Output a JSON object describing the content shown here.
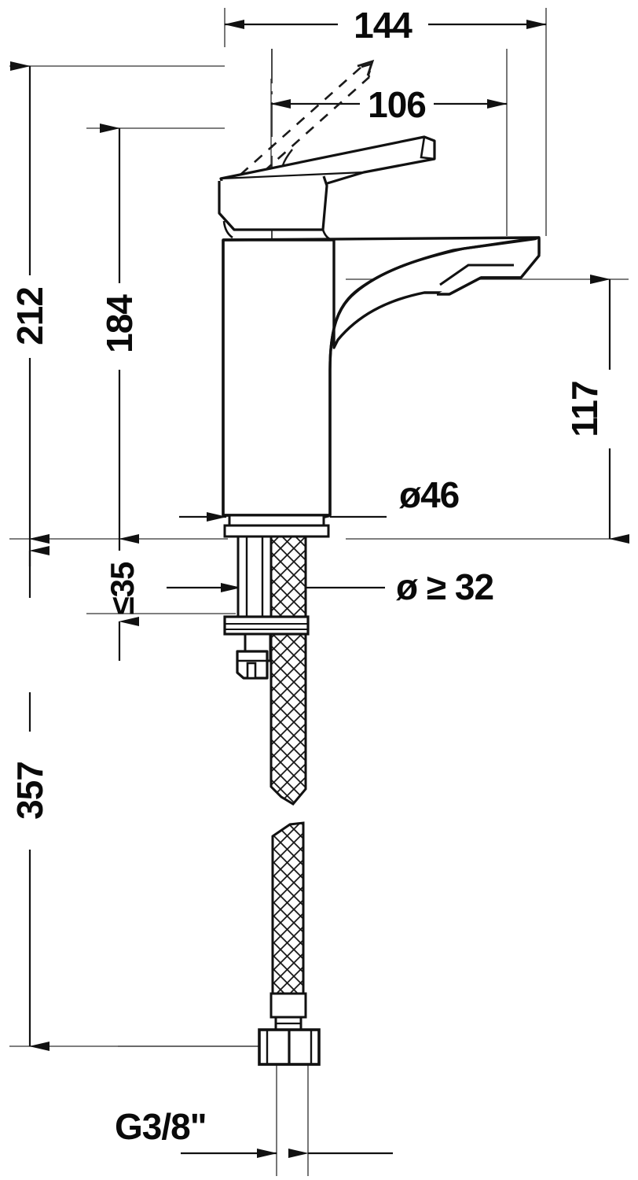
{
  "drawing": {
    "type": "technical-dimension-drawing",
    "subject": "single-lever basin mixer faucet",
    "units": "mm",
    "line_color": "#1a1a1a",
    "thin_line_color": "#555555",
    "background": "#ffffff"
  },
  "dimensions": {
    "width_overall": "144",
    "width_lever_open": "106",
    "height_overall": "212",
    "height_spout_top": "184",
    "height_spout_outlet": "117",
    "counter_thickness": "≤35",
    "body_diameter": "ø46",
    "hole_diameter": "ø ≥ 32",
    "hose_thread": "G3/8\"",
    "total_with_hose": "357"
  },
  "labels": [
    {
      "id": "dim-144",
      "text": "144",
      "orientation": "horizontal"
    },
    {
      "id": "dim-106",
      "text": "106",
      "orientation": "horizontal"
    },
    {
      "id": "dim-212",
      "text": "212",
      "orientation": "vertical"
    },
    {
      "id": "dim-184",
      "text": "184",
      "orientation": "vertical"
    },
    {
      "id": "dim-35",
      "text": "≤35",
      "orientation": "vertical"
    },
    {
      "id": "dim-357",
      "text": "357",
      "orientation": "vertical"
    },
    {
      "id": "dim-117",
      "text": "117",
      "orientation": "vertical"
    },
    {
      "id": "dim-d46",
      "text": "ø46",
      "orientation": "horizontal"
    },
    {
      "id": "dim-d32",
      "text": "ø≥32",
      "orientation": "horizontal"
    },
    {
      "id": "dim-g38",
      "text": "G3/8\"",
      "orientation": "horizontal"
    }
  ]
}
